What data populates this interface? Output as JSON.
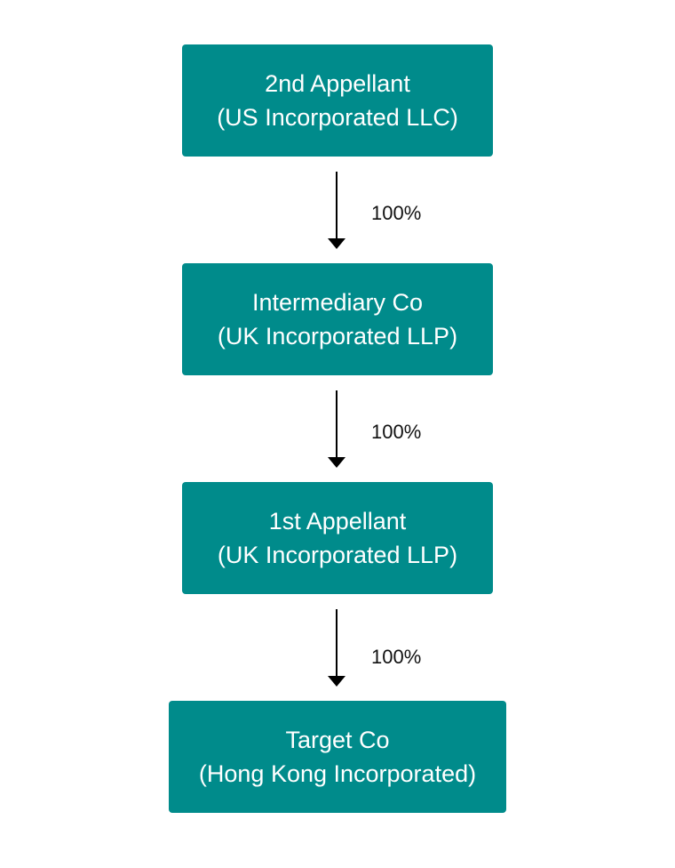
{
  "diagram": {
    "nodes": [
      {
        "name": "2nd Appellant",
        "detail": "(US Incorporated LLC)"
      },
      {
        "name": "Intermediary Co",
        "detail": "(UK Incorporated LLP)"
      },
      {
        "name": "1st Appellant",
        "detail": "(UK Incorporated LLP)"
      },
      {
        "name": "Target Co",
        "detail": "(Hong Kong Incorporated)"
      }
    ],
    "edges": [
      {
        "from": 0,
        "to": 1,
        "label": "100%"
      },
      {
        "from": 1,
        "to": 2,
        "label": "100%"
      },
      {
        "from": 2,
        "to": 3,
        "label": "100%"
      }
    ],
    "colors": {
      "node_fill": "#008B8B",
      "node_text": "#FFFFFF",
      "arrow": "#000000"
    }
  }
}
